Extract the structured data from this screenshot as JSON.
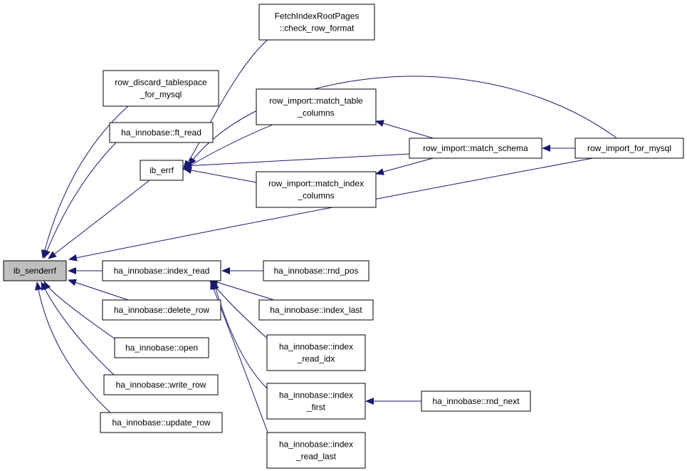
{
  "diagram": {
    "edge_color": "#191970",
    "root_fill": "#bfbfbf",
    "nodes": [
      {
        "id": "ib_senderrf",
        "lines": [
          "ib_senderrf"
        ],
        "root": true
      },
      {
        "id": "row_discard_tablespace_for_mysql",
        "lines": [
          "row_discard_tablespace",
          "_for_mysql"
        ]
      },
      {
        "id": "ft_read",
        "lines": [
          "ha_innobase::ft_read"
        ]
      },
      {
        "id": "ib_errf",
        "lines": [
          "ib_errf"
        ]
      },
      {
        "id": "check_row_format",
        "lines": [
          "FetchIndexRootPages",
          "::check_row_format"
        ]
      },
      {
        "id": "match_table_columns",
        "lines": [
          "row_import::match_table",
          "_columns"
        ]
      },
      {
        "id": "match_index_columns",
        "lines": [
          "row_import::match_index",
          "_columns"
        ]
      },
      {
        "id": "match_schema",
        "lines": [
          "row_import::match_schema"
        ]
      },
      {
        "id": "row_import_for_mysql",
        "lines": [
          "row_import_for_mysql"
        ]
      },
      {
        "id": "index_read",
        "lines": [
          "ha_innobase::index_read"
        ]
      },
      {
        "id": "delete_row",
        "lines": [
          "ha_innobase::delete_row"
        ]
      },
      {
        "id": "open",
        "lines": [
          "ha_innobase::open"
        ]
      },
      {
        "id": "write_row",
        "lines": [
          "ha_innobase::write_row"
        ]
      },
      {
        "id": "update_row",
        "lines": [
          "ha_innobase::update_row"
        ]
      },
      {
        "id": "rnd_pos",
        "lines": [
          "ha_innobase::rnd_pos"
        ]
      },
      {
        "id": "index_last",
        "lines": [
          "ha_innobase::index_last"
        ]
      },
      {
        "id": "index_read_idx",
        "lines": [
          "ha_innobase::index",
          "_read_idx"
        ]
      },
      {
        "id": "index_first",
        "lines": [
          "ha_innobase::index",
          "_first"
        ]
      },
      {
        "id": "index_read_last",
        "lines": [
          "ha_innobase::index",
          "_read_last"
        ]
      },
      {
        "id": "rnd_next",
        "lines": [
          "ha_innobase::rnd_next"
        ]
      }
    ],
    "edges": [
      {
        "from": "row_discard_tablespace_for_mysql",
        "to": "ib_senderrf"
      },
      {
        "from": "ft_read",
        "to": "ib_senderrf"
      },
      {
        "from": "ib_errf",
        "to": "ib_senderrf"
      },
      {
        "from": "row_import_for_mysql",
        "to": "ib_senderrf"
      },
      {
        "from": "index_read",
        "to": "ib_senderrf"
      },
      {
        "from": "delete_row",
        "to": "ib_senderrf"
      },
      {
        "from": "open",
        "to": "ib_senderrf"
      },
      {
        "from": "write_row",
        "to": "ib_senderrf"
      },
      {
        "from": "update_row",
        "to": "ib_senderrf"
      },
      {
        "from": "check_row_format",
        "to": "ib_errf"
      },
      {
        "from": "row_import_for_mysql",
        "to": "ib_errf"
      },
      {
        "from": "match_table_columns",
        "to": "ib_errf"
      },
      {
        "from": "match_schema",
        "to": "ib_errf"
      },
      {
        "from": "match_index_columns",
        "to": "ib_errf"
      },
      {
        "from": "match_schema",
        "to": "match_table_columns"
      },
      {
        "from": "match_schema",
        "to": "match_index_columns"
      },
      {
        "from": "row_import_for_mysql",
        "to": "match_schema"
      },
      {
        "from": "rnd_pos",
        "to": "index_read"
      },
      {
        "from": "index_last",
        "to": "index_read"
      },
      {
        "from": "index_read_idx",
        "to": "index_read"
      },
      {
        "from": "index_first",
        "to": "index_read"
      },
      {
        "from": "index_read_last",
        "to": "index_read"
      },
      {
        "from": "rnd_next",
        "to": "index_first"
      }
    ]
  }
}
